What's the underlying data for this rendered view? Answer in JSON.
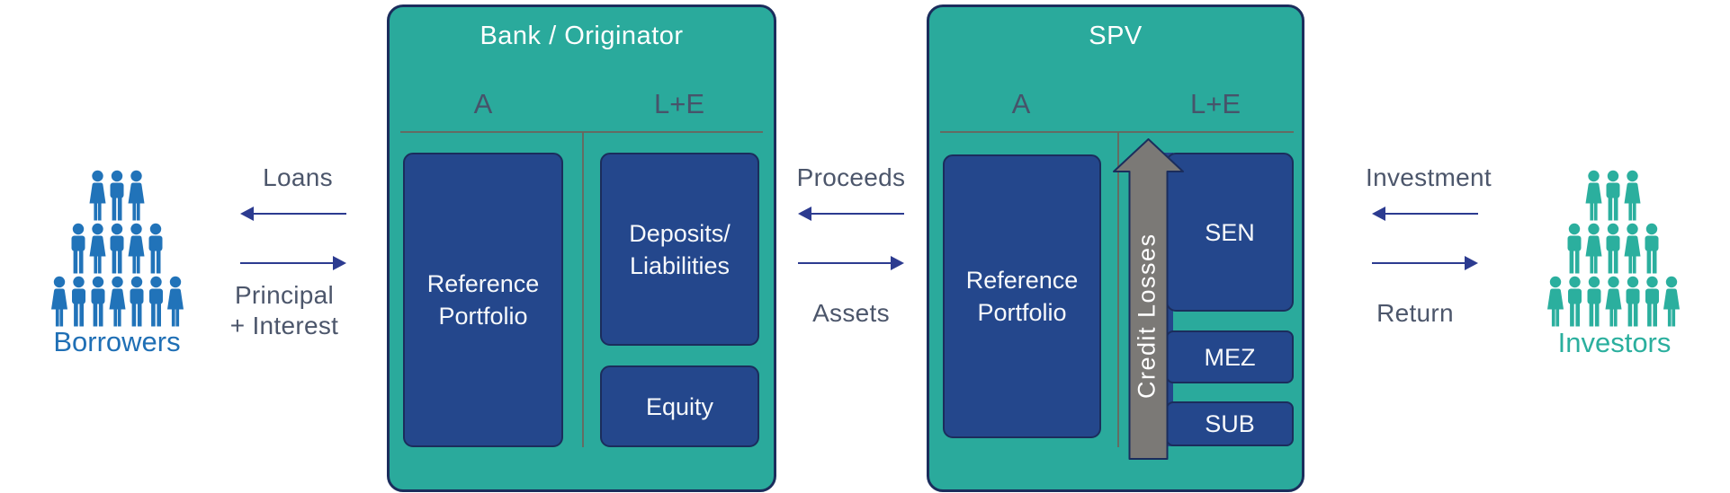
{
  "colors": {
    "entity_teal": "#2AAA9C",
    "navy_box": "#24478C",
    "box_border_navy": "#1B2D5C",
    "arrow_indigo": "#2C3B90",
    "label_slate": "#4C566B",
    "borrowers_blue": "#1F6FB5",
    "investors_teal": "#2BAF9E",
    "credit_losses_gray": "#7B7976",
    "divider_line": "#6E6159",
    "text_white": "#FFFFFF"
  },
  "borrowers": {
    "label": "Borrowers"
  },
  "investors": {
    "label": "Investors"
  },
  "flow_borrowers_bank": {
    "left_label": "Loans",
    "right_label": [
      "Principal",
      "+ Interest"
    ]
  },
  "flow_bank_spv": {
    "left_label": "Proceeds",
    "right_label": "Assets"
  },
  "flow_spv_investors": {
    "left_label": "Investment",
    "right_label": "Return"
  },
  "bank": {
    "title": "Bank / Originator",
    "assets_header": "A",
    "liabilities_header": "L+E",
    "reference_portfolio": [
      "Reference",
      "Portfolio"
    ],
    "deposits_liabilities": [
      "Deposits/",
      "Liabilities"
    ],
    "equity": "Equity"
  },
  "spv": {
    "title": "SPV",
    "assets_header": "A",
    "liabilities_header": "L+E",
    "reference_portfolio": [
      "Reference",
      "Portfolio"
    ],
    "credit_losses_label": "Credit Losses",
    "tranches": [
      {
        "label": "SEN"
      },
      {
        "label": "MEZ"
      },
      {
        "label": "SUB"
      }
    ]
  }
}
